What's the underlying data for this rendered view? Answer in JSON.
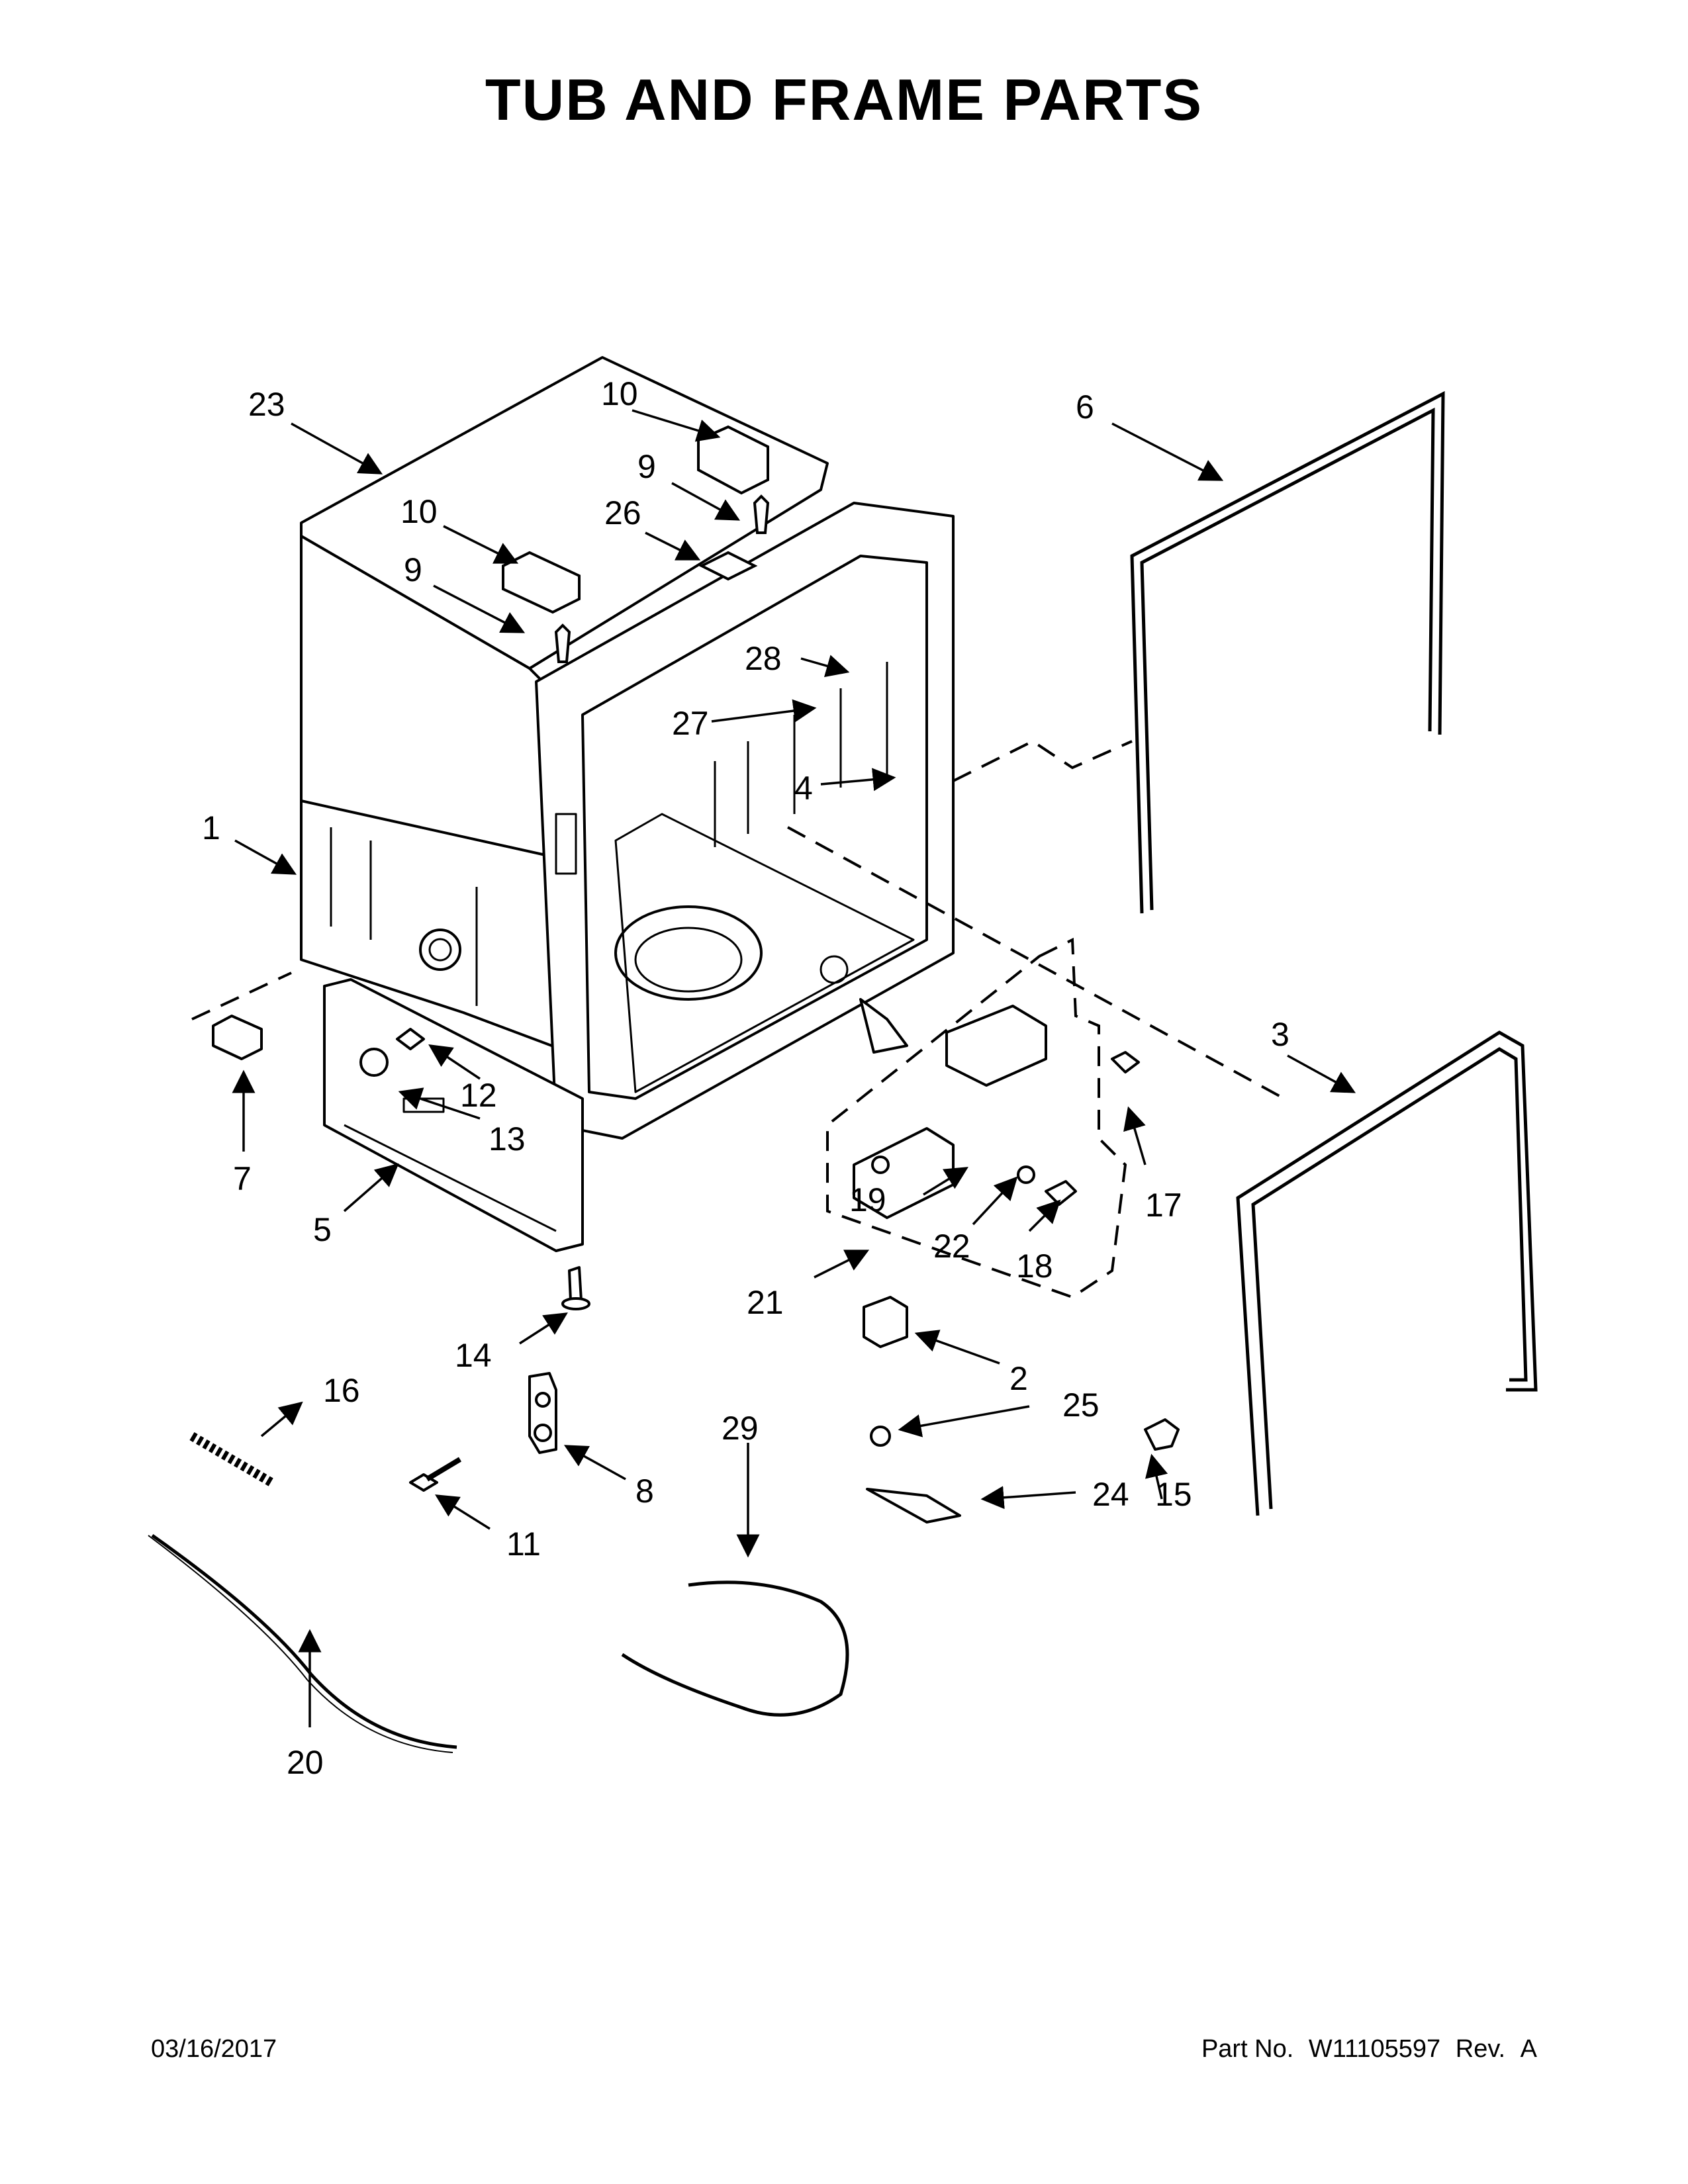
{
  "title": "TUB AND FRAME PARTS",
  "footer": {
    "date": "03/16/2017",
    "part_label": "Part No.",
    "part_number": "W11105597",
    "rev_label": "Rev.",
    "rev": "A"
  },
  "callouts": [
    "23",
    "10",
    "9",
    "10",
    "9",
    "26",
    "6",
    "28",
    "27",
    "4",
    "1",
    "3",
    "7",
    "12",
    "13",
    "5",
    "19",
    "17",
    "22",
    "18",
    "21",
    "14",
    "2",
    "16",
    "25",
    "8",
    "29",
    "24",
    "15",
    "11",
    "20"
  ]
}
